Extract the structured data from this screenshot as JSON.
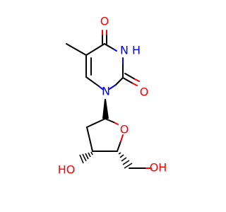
{
  "structure": {
    "atoms": {
      "o_top": "O",
      "n3": "N",
      "h3": "H",
      "o_carbonyl": "O",
      "n1": "N",
      "o_ring": "O",
      "ho_left": "HO",
      "oh_right": "OH"
    },
    "colors": {
      "bond": "#000000",
      "oxygen": "#ff0000",
      "nitrogen": "#0000ff",
      "background": "#ffffff"
    }
  }
}
